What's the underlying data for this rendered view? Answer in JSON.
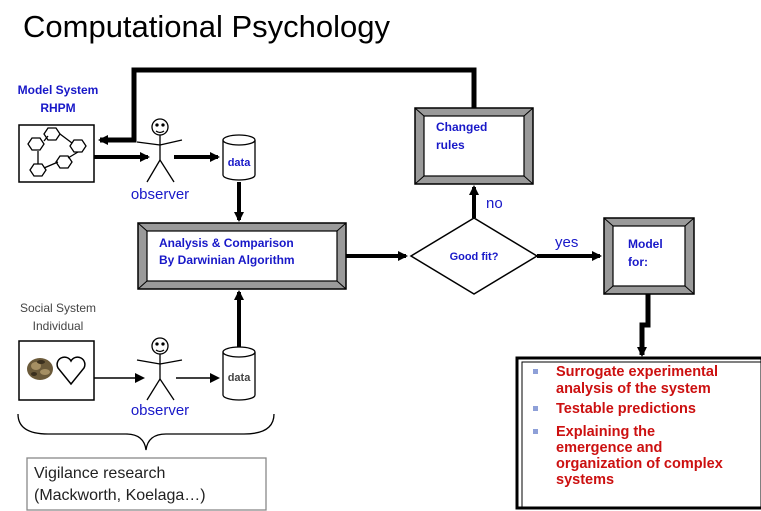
{
  "title": "Computational Psychology",
  "model_system": {
    "line1": "Model System",
    "line2": "RHPM"
  },
  "social_system": {
    "line1": "Social System",
    "line2": "Individual"
  },
  "observer_top": "observer",
  "observer_bottom": "observer",
  "data_top": "data",
  "data_bottom": "data",
  "analysis": {
    "line1": "Analysis & Comparison",
    "line2": "By Darwinian Algorithm"
  },
  "decision": "Good fit?",
  "no_label": "no",
  "yes_label": "yes",
  "changed_rules": {
    "line1": "Changed",
    "line2": "rules"
  },
  "model_for": {
    "line1": "Model",
    "line2": "for:"
  },
  "vigilance": {
    "line1": "Vigilance research",
    "line2": "(Mackworth, Koelaga…)"
  },
  "results": {
    "item1": {
      "line1": "Surrogate experimental",
      "line2": "analysis of the system"
    },
    "item2": {
      "line1": "Testable predictions"
    },
    "item3": {
      "line1": "Explaining the",
      "line2": "emergence and",
      "line3": "organization of complex",
      "line4": "systems"
    }
  },
  "colors": {
    "label_blue": "#1818c8",
    "result_red": "#cc1010",
    "bullet": "#8ea0d8",
    "frame_gray": "#9a9a9a"
  }
}
